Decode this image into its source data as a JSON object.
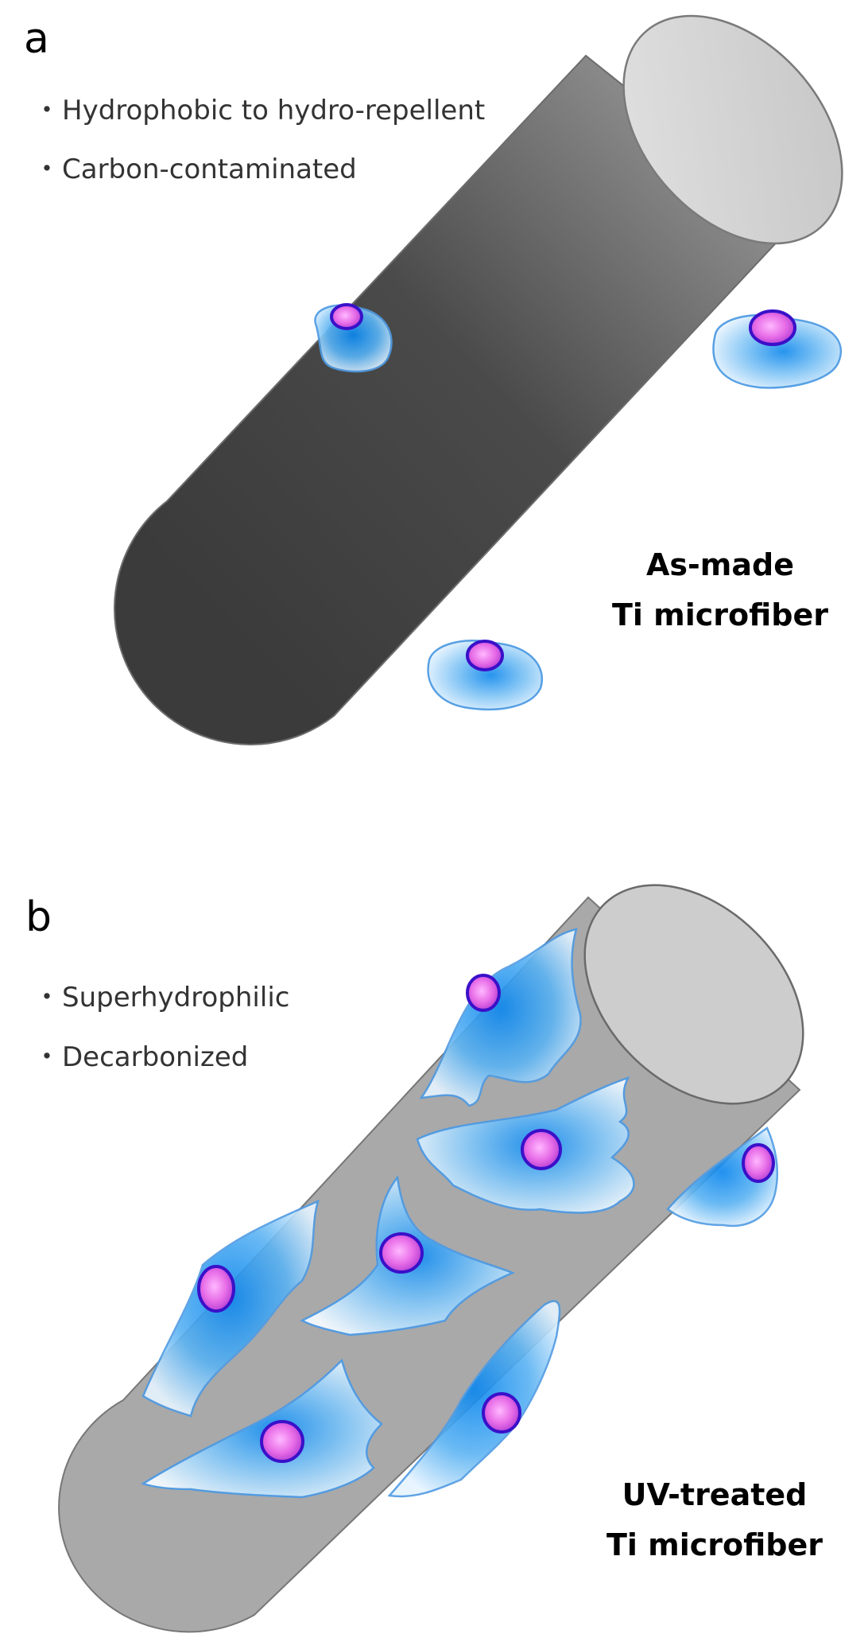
{
  "colors": {
    "asmade_fiber_dark": "#3e3e3e",
    "asmade_fiber_light": "#9c9c9c",
    "uv_fiber_body": "#a8a8a8",
    "uv_fiber_cap": "#cbcbcb",
    "cell_blue": "#1e8ff0",
    "cell_pale": "#eaf6ff",
    "nucleus_pink": "#f27ef2",
    "nucleus_rim": "#3a10c9"
  },
  "panel_a": {
    "letter": "a",
    "bullets": [
      "Hydrophobic to hydro-repellent",
      "Carbon-contaminated"
    ],
    "bullet_symbol": "・",
    "caption_line1": "As-made",
    "caption_line2": "Ti microfiber"
  },
  "panel_b": {
    "letter": "b",
    "bullets": [
      "Superhydrophilic",
      "Decarbonized"
    ],
    "bullet_symbol": "・",
    "caption_line1": "UV-treated",
    "caption_line2": "Ti microfiber"
  }
}
